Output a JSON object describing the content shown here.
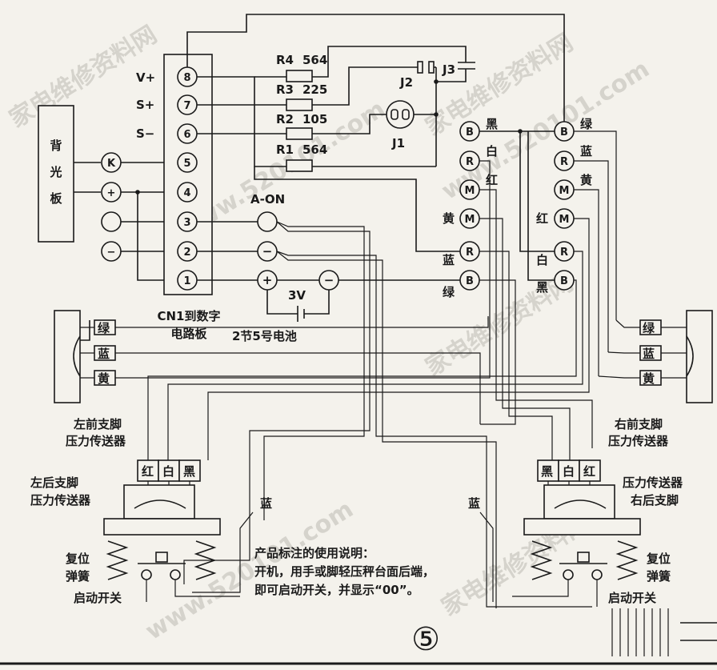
{
  "watermarks": [
    "家电维修资料网",
    "www.520101.com",
    "家电维修资料网",
    "www.520101.com",
    "家电维修资料网",
    "www.520101.com",
    "家电维修资料网"
  ],
  "backlight": {
    "label": "背光板",
    "chars": [
      "背",
      "光",
      "板"
    ],
    "terminals": [
      "K",
      "+",
      "",
      "−"
    ]
  },
  "cn1": {
    "pin_labels": [
      "V+",
      "S+",
      "S−"
    ],
    "pins": [
      "8",
      "7",
      "6",
      "5",
      "4",
      "3",
      "2",
      "1"
    ],
    "caption": [
      "CN1到数字",
      "电路板"
    ]
  },
  "resistors": [
    {
      "name": "R4",
      "value": "564"
    },
    {
      "name": "R3",
      "value": "225"
    },
    {
      "name": "R2",
      "value": "105"
    },
    {
      "name": "R1",
      "value": "564"
    }
  ],
  "jumpers": {
    "j1": "J1",
    "j2": "J2",
    "j3": "J3"
  },
  "battery": {
    "a_on": "A-ON",
    "minus": "−",
    "plus": "+",
    "voltage": "3V",
    "label": "2节5号电池"
  },
  "left_connector": {
    "top": [
      {
        "code": "B",
        "color": "黑"
      },
      {
        "code": "R",
        "color": "白"
      },
      {
        "code": "M",
        "color": "红"
      }
    ],
    "bottom": [
      {
        "code": "M",
        "color": "黄"
      },
      {
        "code": "R",
        "color": "蓝"
      },
      {
        "code": "B",
        "color": "绿"
      }
    ]
  },
  "right_connector": {
    "top": [
      {
        "code": "B",
        "color": "绿"
      },
      {
        "code": "R",
        "color": "蓝"
      },
      {
        "code": "M",
        "color": "黄"
      }
    ],
    "bottom": [
      {
        "code": "M",
        "color": "红"
      },
      {
        "code": "R",
        "color": "白"
      },
      {
        "code": "B",
        "color": "黑"
      }
    ]
  },
  "sensors": {
    "left_front": {
      "wires": [
        "绿",
        "蓝",
        "黄"
      ],
      "label": [
        "左前支脚",
        "压力传送器"
      ]
    },
    "right_front": {
      "wires": [
        "绿",
        "蓝",
        "黄"
      ],
      "label": [
        "右前支脚",
        "压力传送器"
      ]
    },
    "left_rear": {
      "wires": [
        "红",
        "白",
        "黑"
      ],
      "label": [
        "左后支脚",
        "压力传送器"
      ],
      "blue": "蓝"
    },
    "right_rear": {
      "wires": [
        "黑",
        "白",
        "红"
      ],
      "label": [
        "压力传送器",
        "右后支脚"
      ],
      "blue": "蓝"
    }
  },
  "switches": {
    "left": {
      "spring": [
        "复位",
        "弹簧"
      ],
      "switch": "启动开关"
    },
    "right": {
      "spring": [
        "复位",
        "弹簧"
      ],
      "switch": "启动开关"
    }
  },
  "note": {
    "title": "产品标注的使用说明：",
    "lines": [
      "开机，用手或脚轻压秤台面后端，",
      "即可启动开关，并显示“00”。"
    ]
  },
  "figure_number": "⑤"
}
